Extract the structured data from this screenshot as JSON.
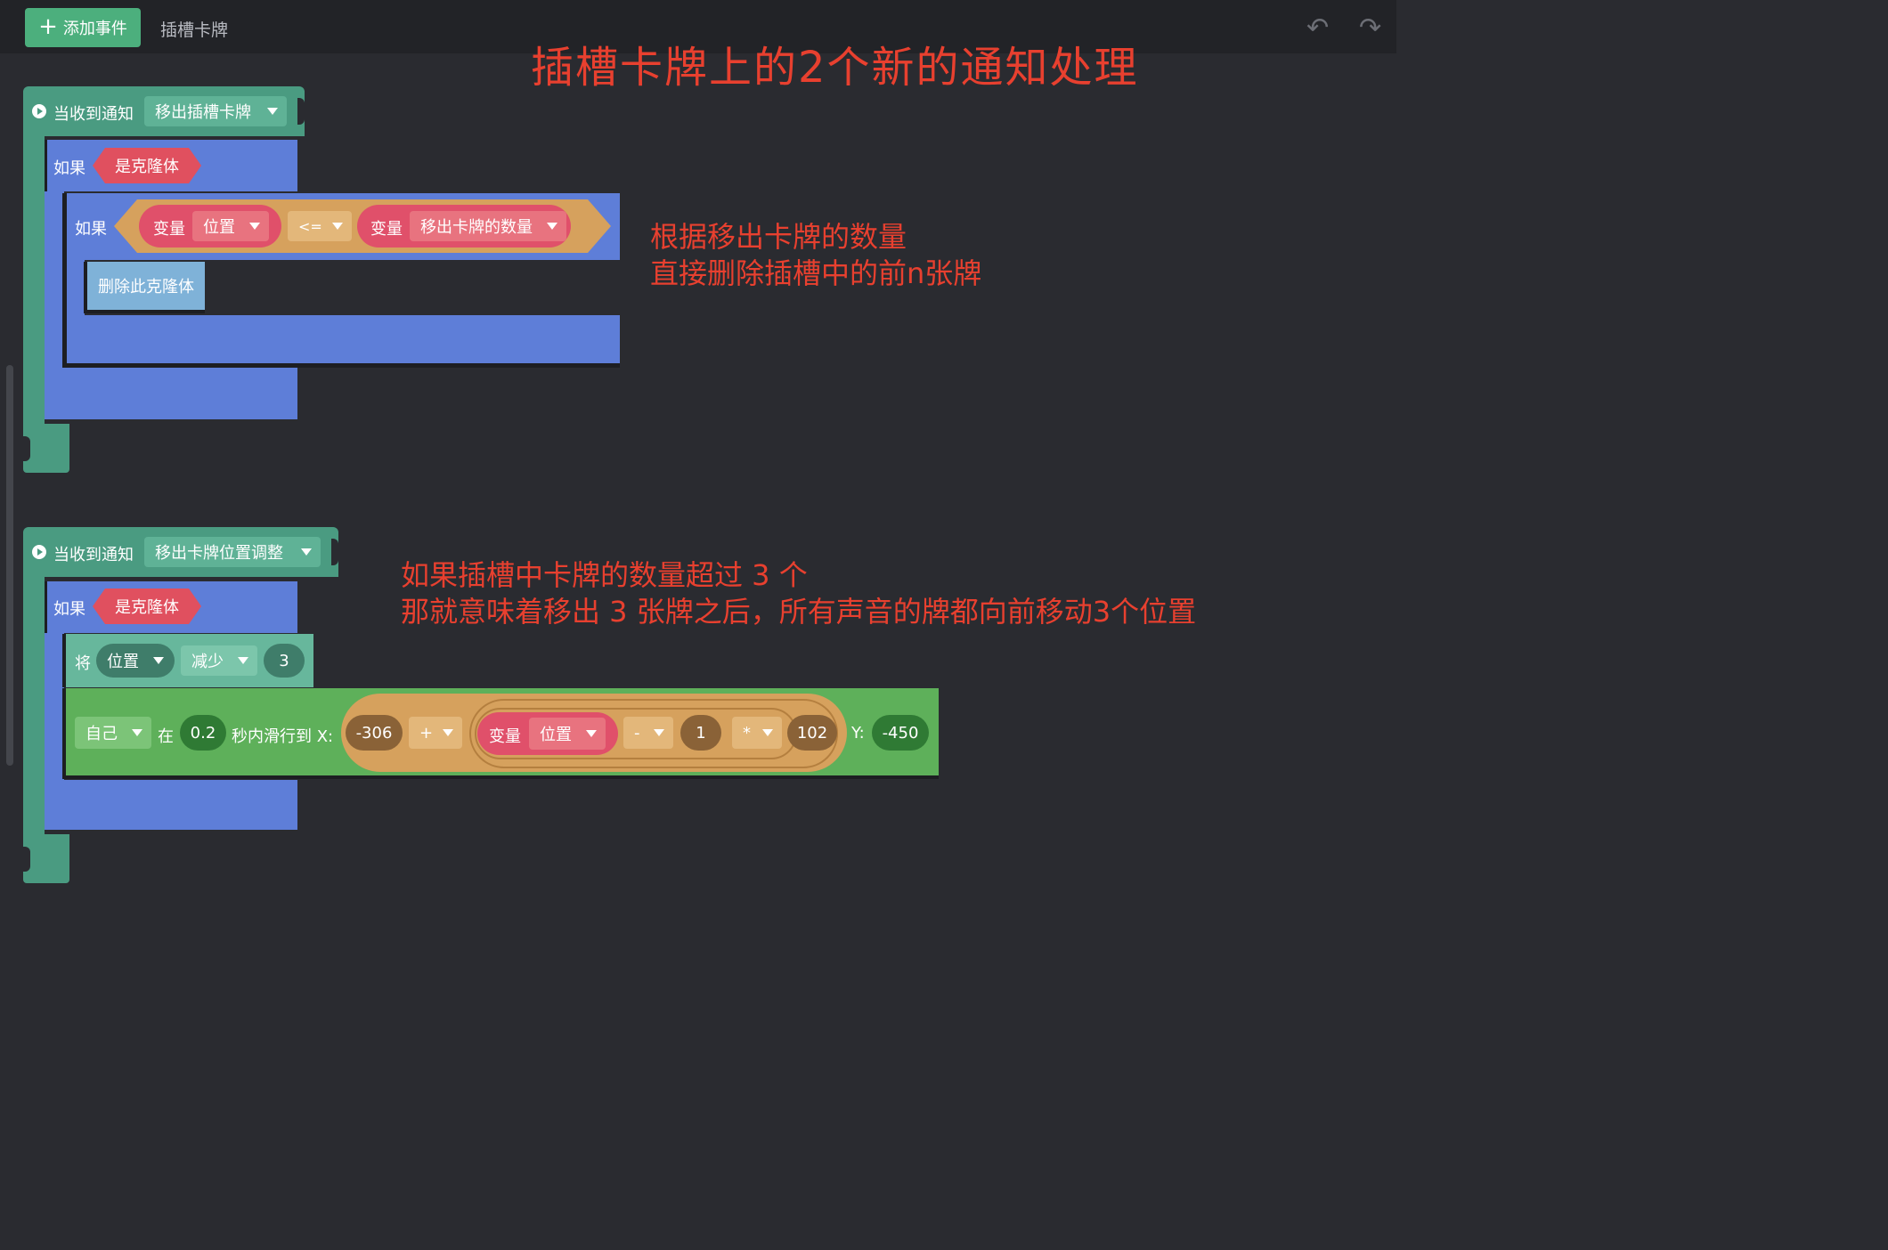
{
  "header": {
    "add_event_label": "添加事件",
    "tab_title": "插槽卡牌",
    "undo_icon": "undo-icon",
    "redo_icon": "redo-icon"
  },
  "annotations": {
    "title": "插槽卡牌上的2个新的通知处理",
    "note1": [
      "根据移出卡牌的数量",
      "直接删除插槽中的前n张牌"
    ],
    "note2": [
      "如果插槽中卡牌的数量超过 3 个",
      "那就意味着移出 3 张牌之后，所有声音的牌都向前移动3个位置"
    ]
  },
  "script1": {
    "event_label": "当收到通知",
    "event_value": "移出插槽卡牌",
    "if_label": "如果",
    "clone_cond": "是克隆体",
    "inner_if_label": "如果",
    "var_label": "变量",
    "var_pos": "位置",
    "op": "<=",
    "var_label2": "变量",
    "var_count": "移出卡牌的数量",
    "delete_label": "删除此克隆体"
  },
  "script2": {
    "event_label": "当收到通知",
    "event_value": "移出卡牌位置调整",
    "if_label": "如果",
    "clone_cond": "是克隆体",
    "set_label": "将",
    "set_var": "位置",
    "set_op": "减少",
    "set_val": "3",
    "glide_target": "自己",
    "glide_in": "在",
    "glide_time": "0.2",
    "glide_text": "秒内滑行到 X:",
    "x_base": "-306",
    "plus_op": "+",
    "var_label": "变量",
    "var_pos": "位置",
    "minus_op": "-",
    "minus_val": "1",
    "mul_op": "*",
    "mul_val": "102",
    "y_label": "Y:",
    "y_val": "-450"
  },
  "colors": {
    "event": "#4a9b81",
    "control": "#5e7ed8",
    "operator": "#d8a25c",
    "variable": "#e0506a",
    "motion": "#5eb05a",
    "annotation": "#e8402f"
  }
}
